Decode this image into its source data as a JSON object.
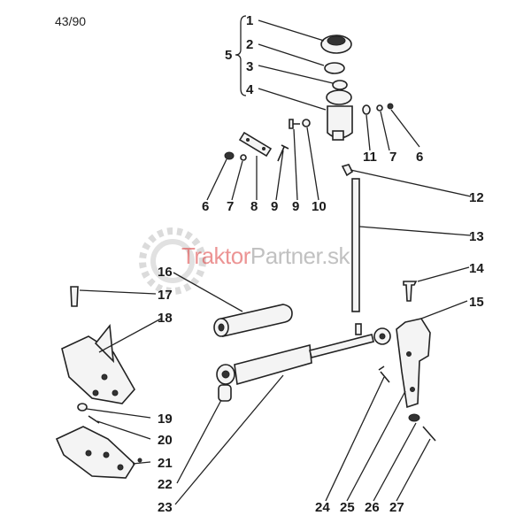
{
  "page_number": "43/90",
  "watermark": {
    "part1": "Traktor",
    "part2": "Partner.sk",
    "color_red": "#dc3c3c",
    "color_gray": "#a0a0a0"
  },
  "labels": {
    "n1": "1",
    "n2": "2",
    "n3": "3",
    "n4": "4",
    "n5": "5",
    "n6a": "6",
    "n7a": "7",
    "n8": "8",
    "n9a": "9",
    "n9b": "9",
    "n10": "10",
    "n11": "11",
    "n7b": "7",
    "n6b": "6",
    "n12": "12",
    "n13": "13",
    "n14": "14",
    "n15": "15",
    "n16": "16",
    "n17": "17",
    "n18": "18",
    "n19": "19",
    "n20": "20",
    "n21": "21",
    "n22": "22",
    "n23": "23",
    "n24": "24",
    "n25": "25",
    "n26": "26",
    "n27": "27"
  }
}
